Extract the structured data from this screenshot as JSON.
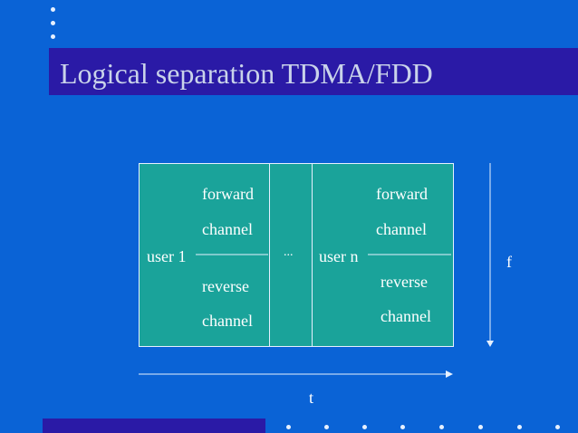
{
  "title": "Logical separation  TDMA/FDD",
  "diagram": {
    "box1": {
      "user_label": "user 1",
      "forward_label": "forward",
      "forward_channel_label": "channel",
      "reverse_label": "reverse",
      "reverse_channel_label": "channel"
    },
    "ellipsis": "...",
    "boxn": {
      "user_label": "user n",
      "forward_label": "forward",
      "forward_channel_label": "channel",
      "reverse_label": "reverse",
      "reverse_channel_label": "channel"
    },
    "frequency_axis_label": "f",
    "time_axis_label": "t"
  },
  "colors": {
    "background": "#0a63d6",
    "title_bar": "#2a1aa6",
    "box_fill": "#1aa39a",
    "line": "#e6f0ff"
  }
}
